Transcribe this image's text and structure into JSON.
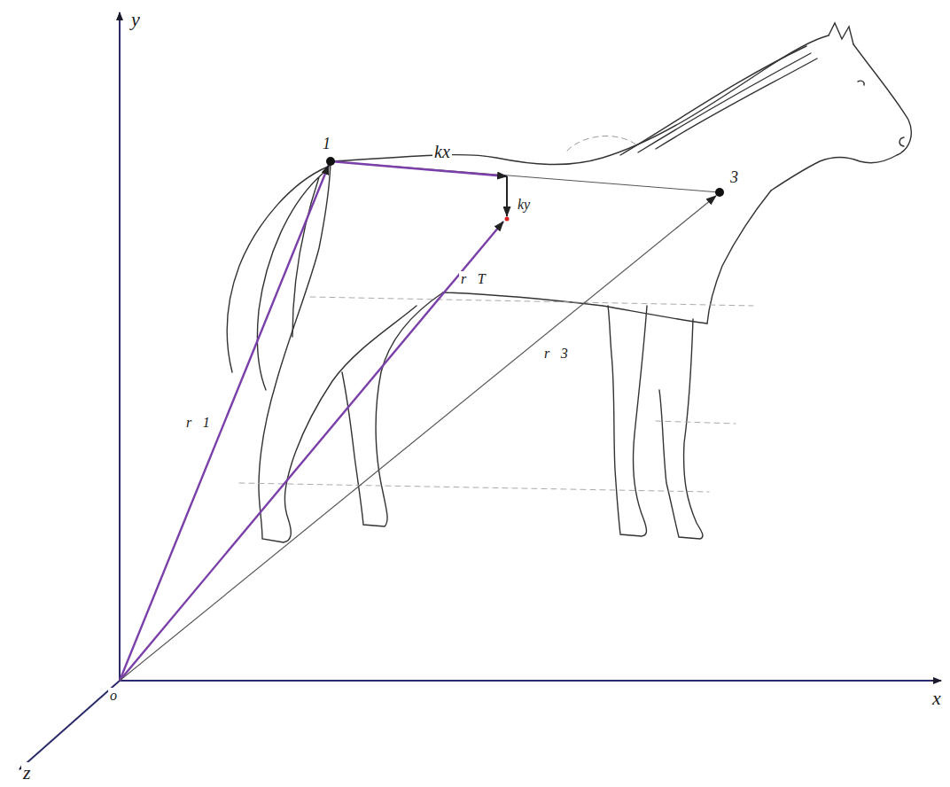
{
  "diagram": {
    "labels": [
      "y",
      "x",
      "z",
      "o",
      "1",
      "3",
      "kx",
      "ky",
      "r⃗1",
      "r⃗T",
      "r⃗3"
    ]
  }
}
